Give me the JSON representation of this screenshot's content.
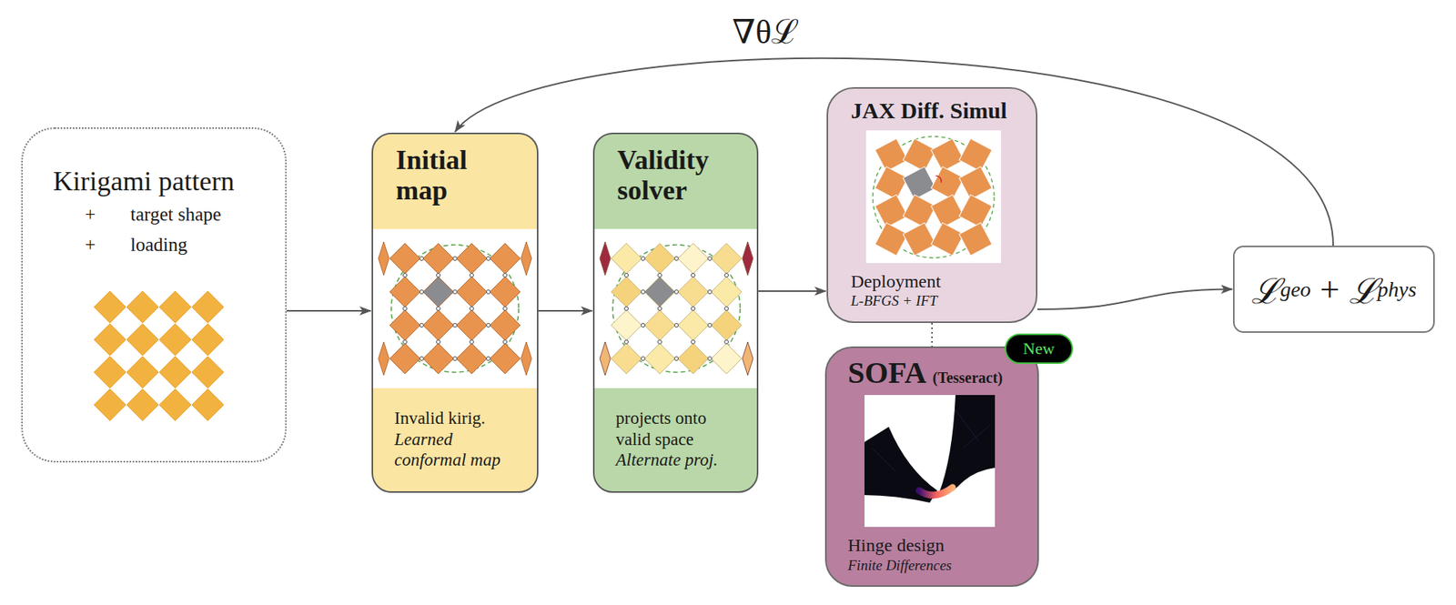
{
  "diagram": {
    "nodes": [
      {
        "text": [
          "Kirigami pattern",
          "+",
          "target shape",
          "+",
          "loading"
        ]
      },
      {
        "text": [
          "Initial map",
          "Invalid kirig.",
          "Learned conformal map"
        ]
      },
      {
        "text": [
          "Validity solver",
          "projects onto valid space",
          "Alternate proj."
        ]
      },
      {
        "text": [
          "JAX Diff. Simul",
          "Deployment",
          "L-BFGS + IFT"
        ]
      },
      {
        "text": [
          "SOFA",
          "(Tesseract)",
          "Hinge design",
          "Finite Differences"
        ]
      },
      {
        "text": [
          "New"
        ]
      },
      {
        "text": [
          "ℒ",
          "geo",
          "+",
          "ℒ",
          "phys"
        ]
      }
    ],
    "edges": [
      {
        "from": 0,
        "to": 1,
        "arrow": "to"
      },
      {
        "from": 1,
        "to": 2,
        "arrow": "to"
      },
      {
        "from": 2,
        "to": 3,
        "arrow": "to"
      },
      {
        "from": 3,
        "to": 4,
        "arrow": "none"
      },
      {
        "from": 3,
        "to": 6,
        "arrow": "to"
      },
      {
        "from": 6,
        "to": 1,
        "label": "∇θℒ",
        "arrow": "to"
      }
    ]
  }
}
